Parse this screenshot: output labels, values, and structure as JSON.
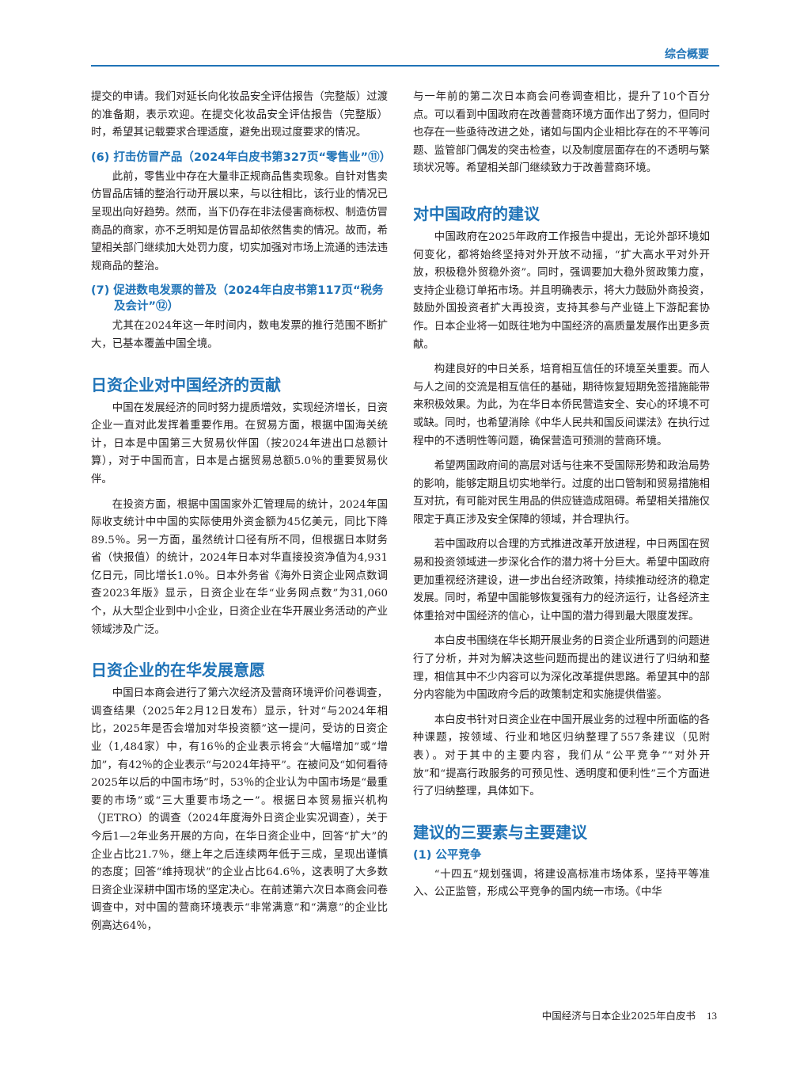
{
  "header": {
    "section": "综合概要"
  },
  "left": {
    "p0": "提交的申请。我们对延长向化妆品安全评估报告（完整版）过渡的准备期，表示欢迎。在提交化妆品安全评估报告（完整版）时，希望其记载要求合理适度，避免出现过度要求的情况。",
    "h6": "(6) 打击仿冒产品（2024年白皮书第327页“零售业”⑪）",
    "p6": "此前，零售业中存在大量非正规商品售卖现象。自针对售卖仿冒品店铺的整治行动开展以来，与以往相比，该行业的情况已呈现出向好趋势。然而，当下仍存在非法侵害商标权、制造仿冒商品的商家，亦不乏明知是仿冒品却依然售卖的情况。故而，希望相关部门继续加大处罚力度，切实加强对市场上流通的违法违规商品的整治。",
    "h7": "(7) 促进数电发票的普及（2024年白皮书第117页“税务及会计”⑫）",
    "p7": "尤其在2024年这一年时间内，数电发票的推行范围不断扩大，已基本覆盖中国全境。",
    "h_contrib": "日资企业对中国经济的贡献",
    "pc1": "中国在发展经济的同时努力提质增效，实现经济增长，日资企业一直对此发挥着重要作用。在贸易方面，根据中国海关统计，日本是中国第三大贸易伙伴国（按2024年进出口总额计算），对于中国而言，日本是占据贸易总额5.0％的重要贸易伙伴。",
    "pc2": "在投资方面，根据中国国家外汇管理局的统计，2024年国际收支统计中中国的实际使用外资金额为45亿美元，同比下降89.5％。另一方面，虽然统计口径有所不同，但根据日本财务省（快报值）的统计，2024年日本对华直接投资净值为4,931亿日元，同比增长1.0％。日本外务省《海外日资企业网点数调查2023年版》显示，日资企业在华“业务网点数”为31,060个，从大型企业到中小企业，日资企业在华开展业务活动的产业领域涉及广泛。",
    "h_intent": "日资企业的在华发展意愿",
    "pi1": "中国日本商会进行了第六次经济及营商环境评价问卷调查，调查结果（2025年2月12日发布）显示，针对“与2024年相比，2025年是否会增加对华投资额”这一提问，受访的日资企业（1,484家）中，有16％的企业表示将会“大幅增加”或“增加”，有42％的企业表示“与2024年持平”。在被问及“如何看待2025年以后的中国市场”时，53％的企业认为中国市场是“最重要的市场”或“三大重要市场之一”。根据日本贸易振兴机构（JETRO）的调查（2024年度海外日资企业实况调查），关于今后1—2年业务开展的方向，在华日资企业中，回答“扩大”的企业占比21.7％，继上年之后连续两年低于三成，呈现出谨慎的态度；回答“维持现状”的企业占比64.6％，这表明了大多数日资企业深耕中国市场的坚定决心。在前述第六次日本商会问卷调查中，对中国的营商环境表示“非常满意”和“满意”的企业比例高达64％，"
  },
  "right": {
    "p0": "与一年前的第二次日本商会问卷调查相比，提升了10个百分点。可以看到中国政府在改善营商环境方面作出了努力，但同时也存在一些亟待改进之处，诸如与国内企业相比存在的不平等问题、监管部门偶发的突击检查，以及制度层面存在的不透明与繁琐状况等。希望相关部门继续致力于改善营商环境。",
    "h_sugg": "对中国政府的建议",
    "ps1": "中国政府在2025年政府工作报告中提出，无论外部环境如何变化，都将始终坚持对外开放不动摇，“扩大高水平对外开放，积极稳外贸稳外资”。同时，强调要加大稳外贸政策力度，支持企业稳订单拓市场。并且明确表示，将大力鼓励外商投资，鼓励外国投资者扩大再投资，支持其参与产业链上下游配套协作。日本企业将一如既往地为中国经济的高质量发展作出更多贡献。",
    "ps2": "构建良好的中日关系，培育相互信任的环境至关重要。而人与人之间的交流是相互信任的基础，期待恢复短期免签措施能带来积极效果。为此，为在华日本侨民营造安全、安心的环境不可或缺。同时，也希望消除《中华人民共和国反间谍法》在执行过程中的不透明性等问题，确保营造可预测的营商环境。",
    "ps3": "希望两国政府间的高层对话与往来不受国际形势和政治局势的影响，能够定期且切实地举行。过度的出口管制和贸易措施相互对抗，有可能对民生用品的供应链造成阻碍。希望相关措施仅限定于真正涉及安全保障的领域，并合理执行。",
    "ps4": "若中国政府以合理的方式推进改革开放进程，中日两国在贸易和投资领域进一步深化合作的潜力将十分巨大。希望中国政府更加重视经济建设，进一步出台经济政策，持续推动经济的稳定发展。同时，希望中国能够恢复强有力的经济运行，让各经济主体重拾对中国经济的信心，让中国的潜力得到最大限度发挥。",
    "ps5": "本白皮书围绕在华长期开展业务的日资企业所遇到的问题进行了分析，并对为解决这些问题而提出的建议进行了归纳和整理，相信其中不少内容可以为深化改革提供思路。希望其中的部分内容能为中国政府今后的政策制定和实施提供借鉴。",
    "ps6": "本白皮书针对日资企业在中国开展业务的过程中所面临的各种课题，按领域、行业和地区归纳整理了557条建议（见附表）。对于其中的主要内容，我们从“公平竞争”“对外开放”和“提高行政服务的可预见性、透明度和便利性”三个方面进行了归纳整理，具体如下。",
    "h_three": "建议的三要素与主要建议",
    "h_fair": "(1) 公平竞争",
    "pf1": "“十四五”规划强调，将建设高标准市场体系，坚持平等准入、公正监管，形成公平竞争的国内统一市场。《中华"
  },
  "footer": {
    "title": "中国经济与日本企业2025年白皮书",
    "page": "13"
  },
  "colors": {
    "accent": "#1f73b7",
    "text": "#231f20"
  }
}
